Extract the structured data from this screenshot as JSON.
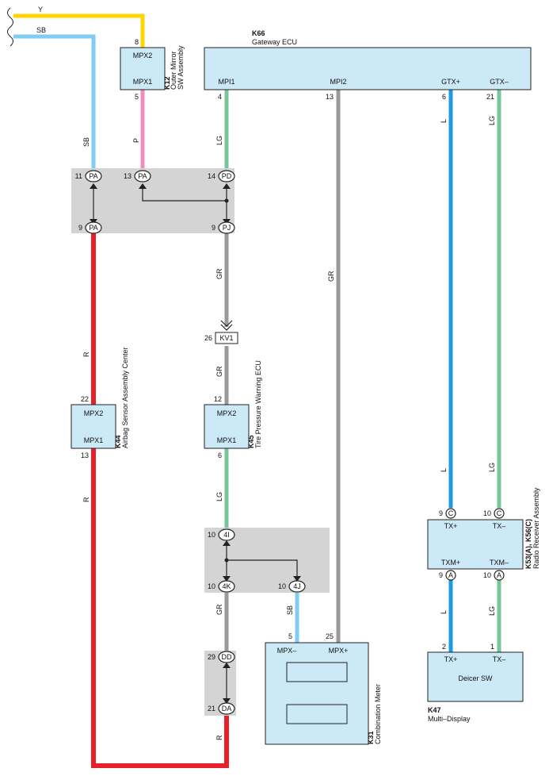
{
  "wires": {
    "y": "Y",
    "sb_top": "SB",
    "sb_left": "SB",
    "p": "P",
    "lg_mpi1": "LG",
    "gr_mpi2": "GR",
    "l_gtx": "L",
    "lg_gtx": "LG",
    "gr_pj": "GR",
    "gr_k45": "GR",
    "r_a": "R",
    "r_b": "R",
    "lg_k45": "LG",
    "sb_4j": "SB",
    "gr_4k": "GR",
    "r_bottom": "R",
    "l_radio": "L",
    "lg_radio": "LG",
    "lg_low": "LG"
  },
  "colors": {
    "Y": "#ffd400",
    "SB": "#7fcdf2",
    "P": "#f08cc0",
    "LG": "#75c79a",
    "GR": "#999999",
    "L": "#1b9be0",
    "R": "#e8202a",
    "black": "#222222"
  },
  "k12": {
    "id": "K12",
    "name1": "Outer Mirror",
    "name2": "SW Assembly",
    "t1": "MPX2",
    "t2": "MPX1",
    "p1": "8",
    "p2": "5"
  },
  "k66": {
    "id": "K66",
    "name": "Gateway ECU",
    "t1": "MPI1",
    "t2": "MPI2",
    "t3": "GTX+",
    "t4": "GTX–",
    "p1": "4",
    "p2": "13",
    "p3": "6",
    "p4": "21"
  },
  "j1": {
    "a": "PA",
    "a_pin": "11",
    "b": "PA",
    "b_pin": "13",
    "c": "PD",
    "c_pin": "14",
    "d": "PA",
    "d_pin": "9",
    "e": "PJ",
    "e_pin": "9"
  },
  "kv1": {
    "label": "KV1",
    "pin": "26"
  },
  "k44": {
    "id": "K44",
    "name": "Airbag Sensor Assembly Center",
    "t1": "MPX2",
    "t2": "MPX1",
    "p1": "22",
    "p2": "13"
  },
  "k45": {
    "id": "K45",
    "name": "Tire Pressure Warning ECU",
    "t1": "MPX2",
    "t2": "MPX1",
    "p1": "12",
    "p2": "6"
  },
  "j2": {
    "a": "4I",
    "a_pin": "10",
    "b": "4K",
    "b_pin": "10",
    "c": "4J",
    "c_pin": "10"
  },
  "j3": {
    "a": "DD",
    "a_pin": "29",
    "b": "DA",
    "b_pin": "21"
  },
  "k31": {
    "id": "K31",
    "name": "Combination Meter",
    "t1": "MPX–",
    "t2": "MPX+",
    "p1": "5",
    "p2": "25"
  },
  "k53": {
    "id": "K53(A), K56(C)",
    "name": "Radio Receiver Assembly",
    "t1": "TX+",
    "t2": "TX–",
    "t3": "TXM+",
    "t4": "TXM–",
    "c1": "C",
    "c2": "C",
    "c3": "A",
    "c4": "A",
    "p1": "9",
    "p2": "10",
    "p3": "9",
    "p4": "10"
  },
  "k47": {
    "id": "K47",
    "name": "Multi–Display",
    "center": "Deicer SW",
    "t1": "TX+",
    "t2": "TX–",
    "p1": "2",
    "p2": "1"
  }
}
